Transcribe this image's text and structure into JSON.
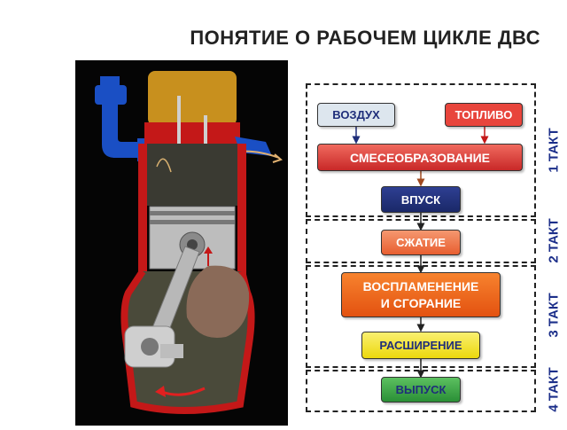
{
  "title": "ПОНЯТИЕ О РАБОЧЕМ ЦИКЛЕ ДВС",
  "flow": {
    "air": "ВОЗДУХ",
    "fuel": "ТОПЛИВО",
    "mixing": "СМЕСЕОБРАЗОВАНИЕ",
    "intake": "ВПУСК",
    "compression": "СЖАТИЕ",
    "ignition_line1": "ВОСПЛАМЕНЕНИЕ",
    "ignition_line2": "И СГОРАНИЕ",
    "expansion": "РАСШИРЕНИЕ",
    "exhaust": "ВЫПУСК"
  },
  "strokes": {
    "stroke1": "1 ТАКТ",
    "stroke2": "2 ТАКТ",
    "stroke3": "3 ТАКТ",
    "stroke4": "4 ТАКТ"
  },
  "colors": {
    "air_box": "#dde6ee",
    "fuel_box": "#e8453c",
    "mixing_box": "#e8453c",
    "intake_box": "#1f2e7a",
    "compression_box": "#f07848",
    "ignition_box": "#f06a1e",
    "expansion_box": "#f5e51a",
    "exhaust_box": "#3aa845",
    "takt_text": "#1c2f8a"
  }
}
